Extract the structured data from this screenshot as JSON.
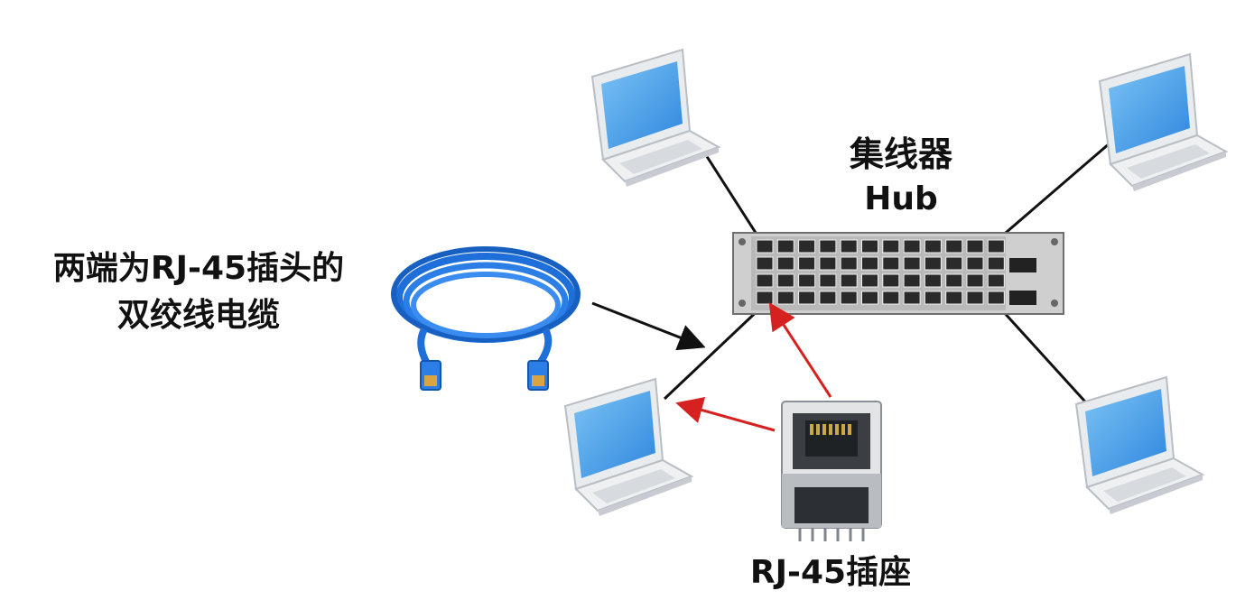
{
  "labels": {
    "cable_line1": "两端为RJ-45插头的",
    "cable_line2": "双绞线电缆",
    "hub_cn": "集线器",
    "hub_en": "Hub",
    "jack": "RJ-45插座"
  },
  "icons": {
    "laptop": "laptop-icon",
    "cable": "ethernet-cable-icon",
    "jack": "rj45-jack-icon",
    "hub": "hub-icon"
  },
  "colors": {
    "link": "#111111",
    "pointer_red": "#d62121",
    "cable_blue": "#1e6fd9",
    "screen_blue": "#3b9ae8",
    "hub_gray": "#cfcfcf"
  }
}
